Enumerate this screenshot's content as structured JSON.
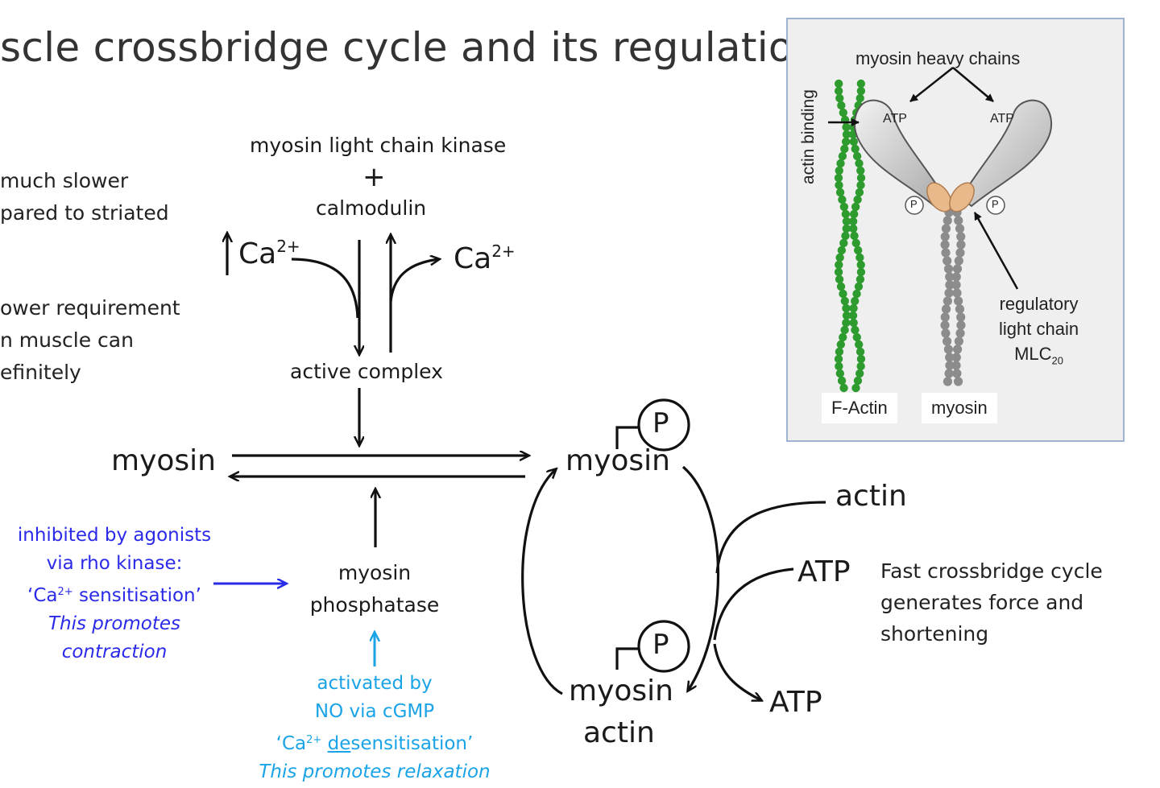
{
  "title": "scle crossbridge cycle and its regulation",
  "left_notes": [
    "much slower",
    "pared to striated",
    "ower requirement",
    "n muscle can",
    "efinitely"
  ],
  "kinase": {
    "line1": "myosin light chain kinase",
    "plus": "+",
    "line2": "calmodulin"
  },
  "ca_up": "Ca",
  "ca_right": "Ca",
  "ca_sup": "2+",
  "active_complex": "active complex",
  "myosin_left": "myosin",
  "myosin_p_top": "myosin",
  "phosphate_p": "P",
  "actin": "actin",
  "atp_in": "ATP",
  "atp_out": "ATP",
  "myosin_actin": {
    "line1": "myosin",
    "line2": "actin"
  },
  "phosphatase": {
    "line1": "myosin",
    "line2": "phosphatase"
  },
  "inhibited": {
    "line1": "inhibited by agonists",
    "line2": "via  rho kinase:",
    "line3_pre": "‘Ca",
    "line3_post": " sensitisation’",
    "line4": "This promotes",
    "line5": "contraction"
  },
  "activated": {
    "line1": "activated by",
    "line2": "NO via cGMP",
    "line3_pre": "‘Ca",
    "line3_under": "de",
    "line3_post": "sensitisation’",
    "line4": "This promotes relaxation"
  },
  "fast_cycle": [
    "Fast crossbridge cycle",
    "generates force and",
    "shortening"
  ],
  "inset": {
    "heavy_chains": "myosin heavy chains",
    "actin_binding": "actin binding",
    "atp_left": "ATP",
    "atp_right": "ATP",
    "p_small": "P",
    "regulatory": [
      "regulatory",
      "light chain"
    ],
    "mlc": "MLC",
    "mlc_sub": "20",
    "factin": "F-Actin",
    "myosin": "myosin"
  },
  "colors": {
    "blue": "#2a2ae8",
    "cyan": "#1aa3e6",
    "actin_green": "#2e9b2e",
    "myosin_gray": "#8c8c8c",
    "light_chain": "#e8b98a",
    "inset_border": "#9db3cf"
  }
}
